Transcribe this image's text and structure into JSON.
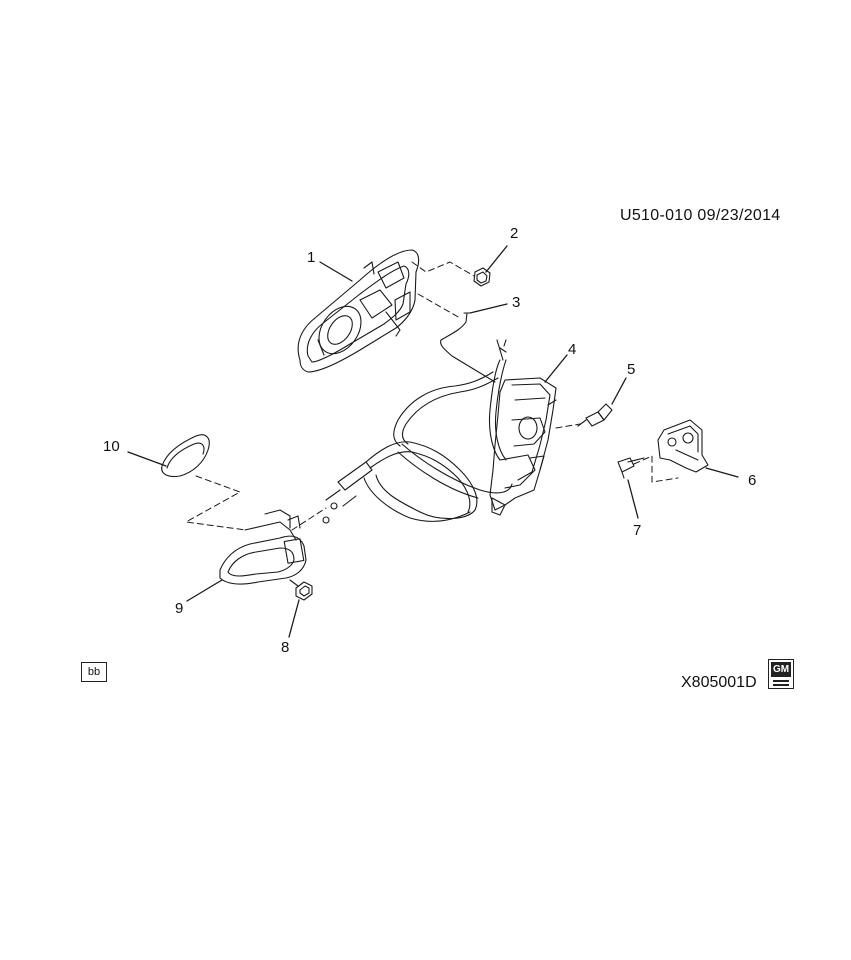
{
  "header": {
    "code": "U510-010 09/23/2014"
  },
  "callouts": [
    "1",
    "2",
    "3",
    "4",
    "5",
    "6",
    "7",
    "8",
    "9",
    "10"
  ],
  "footer": {
    "badge": "bb",
    "drawing_id": "X805001D",
    "logo_text": "GM"
  },
  "colors": {
    "line": "#1a1a1a",
    "background": "#ffffff"
  }
}
